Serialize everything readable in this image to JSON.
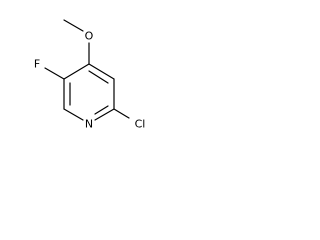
{
  "molecule": {
    "atoms": {
      "fluorine": "F",
      "oxygen": "O",
      "nitrogen": "N",
      "chlorine": "Cl"
    },
    "colors": {
      "bond": "#000000",
      "label": "#000000",
      "background": "#ffffff"
    }
  }
}
